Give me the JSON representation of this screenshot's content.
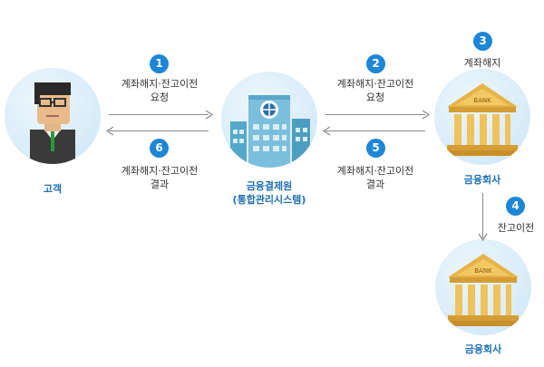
{
  "nodes": {
    "customer": {
      "caption": "고객"
    },
    "center": {
      "caption_line1": "금융결제원",
      "caption_line2": "(통합관리시스템)"
    },
    "bank_top": {
      "caption": "금융회사",
      "sign": "BANK"
    },
    "bank_bottom": {
      "caption": "금융회사",
      "sign": "BANK"
    }
  },
  "steps": [
    {
      "num": "1",
      "line1": "계좌해지·잔고이전",
      "line2": "요청"
    },
    {
      "num": "2",
      "line1": "계좌해지·잔고이전",
      "line2": "요청"
    },
    {
      "num": "3",
      "line1": "계좌해지",
      "line2": ""
    },
    {
      "num": "4",
      "line1": "잔고이전",
      "line2": ""
    },
    {
      "num": "5",
      "line1": "계좌해지·잔고이전",
      "line2": "결과"
    },
    {
      "num": "6",
      "line1": "계좌해지·잔고이전",
      "line2": "결과"
    }
  ],
  "colors": {
    "step_badge": "#1d86d6",
    "caption": "#1f6fb5",
    "arrow": "#8a8a8a",
    "circle": "#d6ebf8"
  },
  "icons": {
    "customer": "man-with-glasses-icon",
    "center": "building-icon",
    "bank": "bank-building-icon"
  }
}
